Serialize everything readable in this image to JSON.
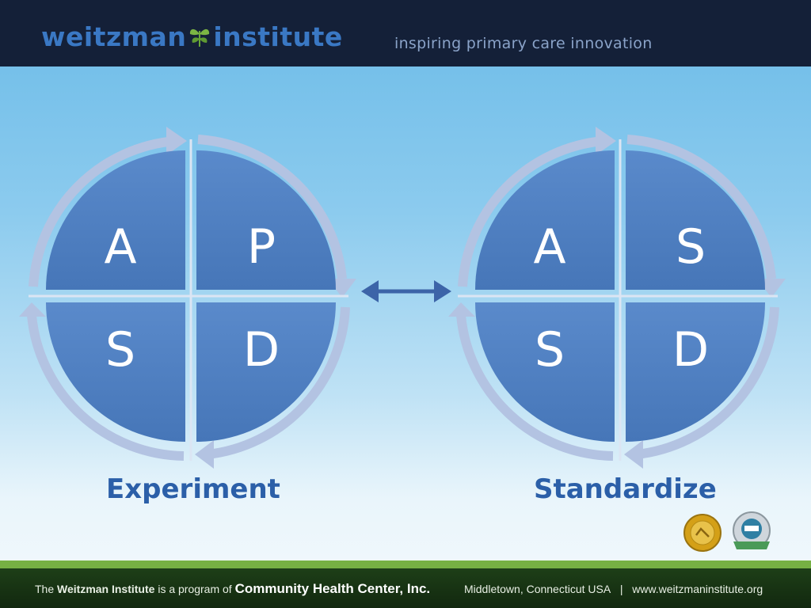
{
  "header": {
    "brand_left": "weitzman",
    "brand_right": "institute",
    "tagline": "inspiring primary care innovation"
  },
  "diagram": {
    "left_cycle": {
      "top_left": "A",
      "top_right": "P",
      "bottom_left": "S",
      "bottom_right": "D"
    },
    "right_cycle": {
      "top_left": "A",
      "top_right": "S",
      "bottom_left": "S",
      "bottom_right": "D"
    },
    "left_caption": "Experiment",
    "right_caption": "Standardize",
    "connector": "double-arrow-icon"
  },
  "footer": {
    "prefix": "The ",
    "org_name": "Weitzman Institute",
    "middle": " is a program of ",
    "parent_org": "Community Health Center, Inc.",
    "location": "Middletown, Connecticut USA",
    "separator": "|",
    "website": "www.weitzmaninstitute.org"
  },
  "badges": [
    "joint-commission-seal-icon",
    "ncqa-seal-icon"
  ],
  "colors": {
    "header_bg": "#142038",
    "quadrant_fill": "#4f81bd",
    "ring": "#b3c3e2",
    "caption": "#2b5fa8",
    "footer_bg": "#1e4018",
    "footer_accent": "#76b043"
  }
}
